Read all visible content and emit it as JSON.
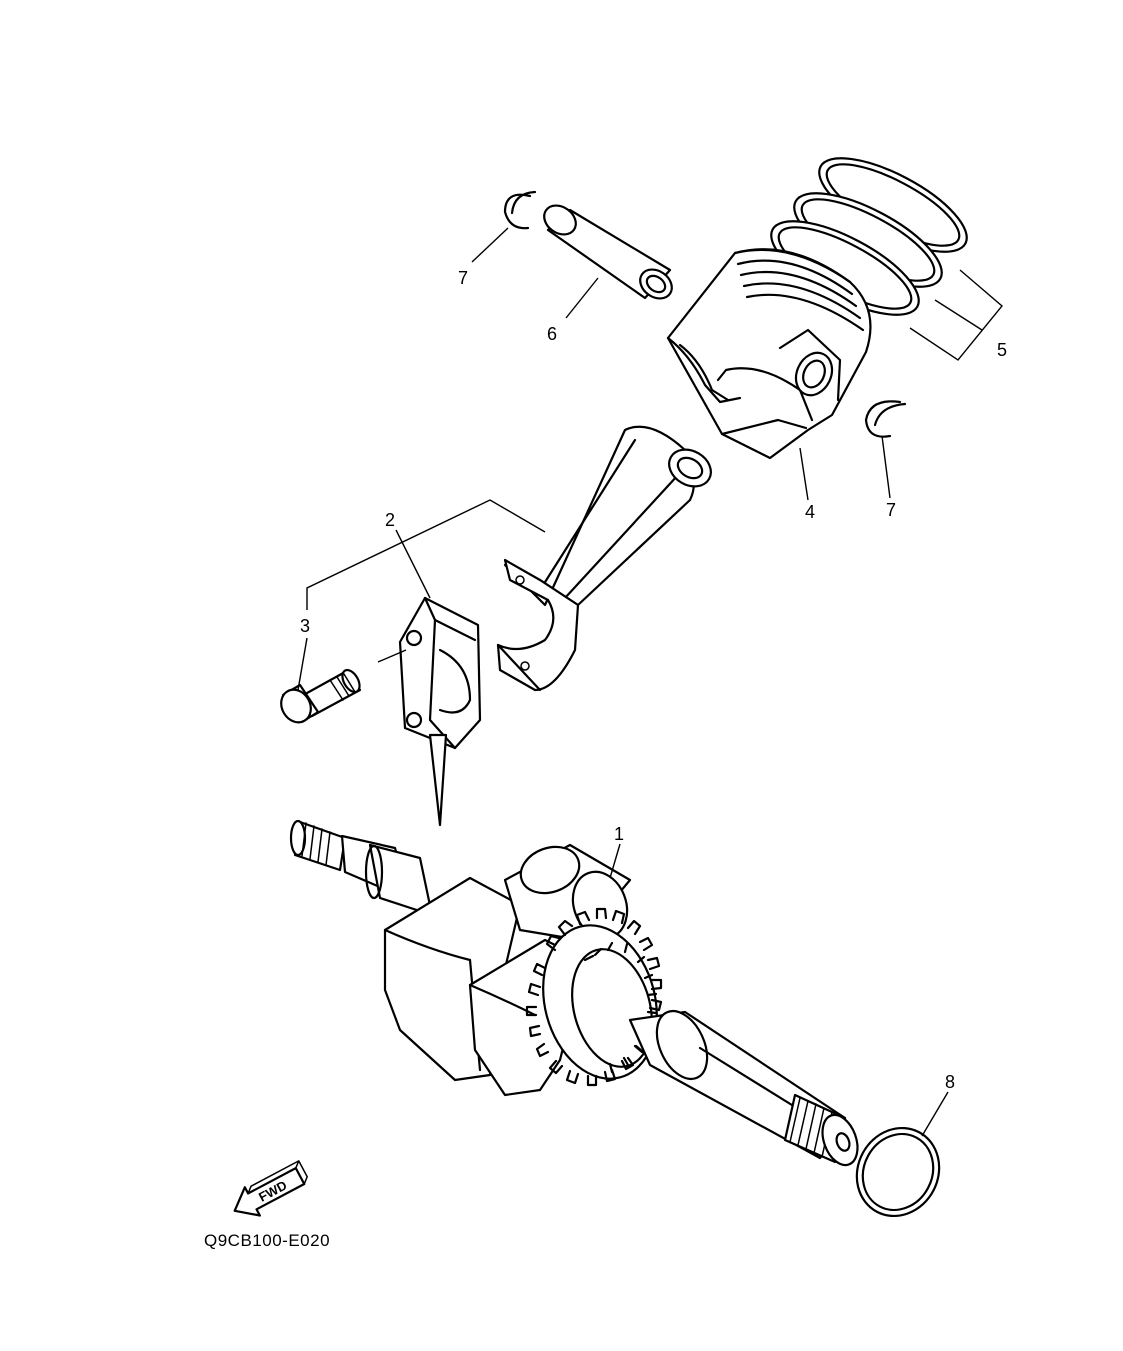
{
  "diagram": {
    "code": "Q9CB100-E020",
    "direction_label": "FWD",
    "callouts": [
      {
        "id": "c1",
        "label": "1"
      },
      {
        "id": "c2",
        "label": "2"
      },
      {
        "id": "c3",
        "label": "3"
      },
      {
        "id": "c4",
        "label": "4"
      },
      {
        "id": "c5",
        "label": "5"
      },
      {
        "id": "c6",
        "label": "6"
      },
      {
        "id": "c7a",
        "label": "7"
      },
      {
        "id": "c7b",
        "label": "7"
      },
      {
        "id": "c8",
        "label": "8"
      }
    ]
  }
}
